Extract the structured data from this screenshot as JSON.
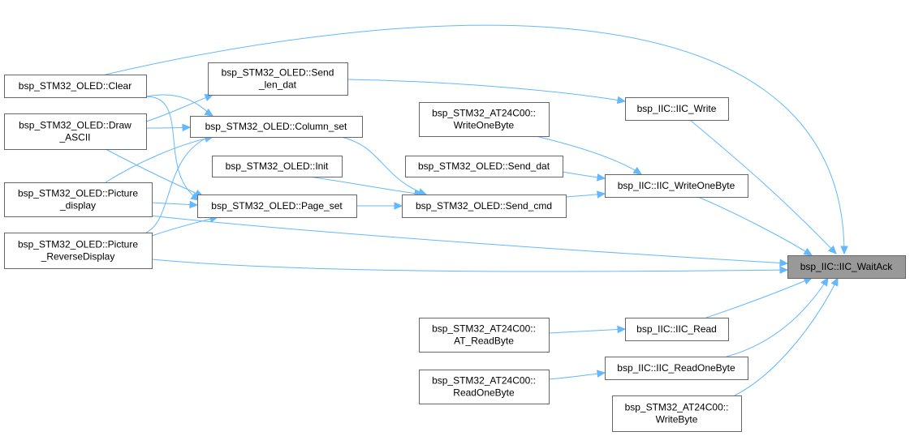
{
  "graph": {
    "title": "",
    "colors": {
      "edge": "#63b8ff",
      "node_border": "#666666",
      "node_fill": "#ffffff",
      "focus_fill": "#999999"
    },
    "nodes": [
      {
        "id": "wait_ack",
        "lines": [
          "bsp_IIC::IIC_WaitAck"
        ],
        "focus": true
      },
      {
        "id": "oled_clear",
        "lines": [
          "bsp_STM32_OLED::Clear"
        ]
      },
      {
        "id": "oled_send_len_dat",
        "lines": [
          "bsp_STM32_OLED::Send",
          "_len_dat"
        ]
      },
      {
        "id": "oled_draw_ascii",
        "lines": [
          "bsp_STM32_OLED::Draw",
          "_ASCII"
        ]
      },
      {
        "id": "oled_column_set",
        "lines": [
          "bsp_STM32_OLED::Column_set"
        ]
      },
      {
        "id": "oled_init",
        "lines": [
          "bsp_STM32_OLED::Init"
        ]
      },
      {
        "id": "oled_picture_display",
        "lines": [
          "bsp_STM32_OLED::Picture",
          "_display"
        ]
      },
      {
        "id": "oled_page_set",
        "lines": [
          "bsp_STM32_OLED::Page_set"
        ]
      },
      {
        "id": "oled_send_cmd",
        "lines": [
          "bsp_STM32_OLED::Send_cmd"
        ]
      },
      {
        "id": "oled_picture_reverse",
        "lines": [
          "bsp_STM32_OLED::Picture",
          "_ReverseDisplay"
        ]
      },
      {
        "id": "at24_write_one_byte",
        "lines": [
          "bsp_STM32_AT24C00::",
          "WriteOneByte"
        ]
      },
      {
        "id": "oled_send_dat",
        "lines": [
          "bsp_STM32_OLED::Send_dat"
        ]
      },
      {
        "id": "iic_write",
        "lines": [
          "bsp_IIC::IIC_Write"
        ]
      },
      {
        "id": "iic_write_one_byte",
        "lines": [
          "bsp_IIC::IIC_WriteOneByte"
        ]
      },
      {
        "id": "at24_at_read_byte",
        "lines": [
          "bsp_STM32_AT24C00::",
          "AT_ReadByte"
        ]
      },
      {
        "id": "iic_read",
        "lines": [
          "bsp_IIC::IIC_Read"
        ]
      },
      {
        "id": "at24_read_one_byte",
        "lines": [
          "bsp_STM32_AT24C00::",
          "ReadOneByte"
        ]
      },
      {
        "id": "iic_read_one_byte",
        "lines": [
          "bsp_IIC::IIC_ReadOneByte"
        ]
      },
      {
        "id": "at24_write_byte",
        "lines": [
          "bsp_STM32_AT24C00::",
          "WriteByte"
        ]
      }
    ],
    "edges": [
      {
        "from": "oled_clear",
        "to": "wait_ack"
      },
      {
        "from": "oled_clear",
        "to": "oled_column_set"
      },
      {
        "from": "oled_clear",
        "to": "oled_page_set"
      },
      {
        "from": "oled_draw_ascii",
        "to": "oled_send_len_dat"
      },
      {
        "from": "oled_draw_ascii",
        "to": "oled_column_set"
      },
      {
        "from": "oled_draw_ascii",
        "to": "oled_page_set"
      },
      {
        "from": "oled_picture_display",
        "to": "oled_column_set"
      },
      {
        "from": "oled_picture_display",
        "to": "oled_page_set"
      },
      {
        "from": "oled_picture_display",
        "to": "wait_ack"
      },
      {
        "from": "oled_picture_reverse",
        "to": "oled_column_set"
      },
      {
        "from": "oled_picture_reverse",
        "to": "oled_page_set"
      },
      {
        "from": "oled_picture_reverse",
        "to": "wait_ack"
      },
      {
        "from": "oled_send_len_dat",
        "to": "iic_write"
      },
      {
        "from": "oled_column_set",
        "to": "oled_send_cmd"
      },
      {
        "from": "oled_init",
        "to": "oled_send_cmd"
      },
      {
        "from": "oled_page_set",
        "to": "oled_send_cmd"
      },
      {
        "from": "oled_send_cmd",
        "to": "iic_write_one_byte"
      },
      {
        "from": "oled_send_dat",
        "to": "iic_write_one_byte"
      },
      {
        "from": "at24_write_one_byte",
        "to": "iic_write_one_byte"
      },
      {
        "from": "iic_write",
        "to": "wait_ack"
      },
      {
        "from": "iic_write_one_byte",
        "to": "wait_ack"
      },
      {
        "from": "at24_at_read_byte",
        "to": "iic_read"
      },
      {
        "from": "at24_read_one_byte",
        "to": "iic_read_one_byte"
      },
      {
        "from": "iic_read",
        "to": "wait_ack"
      },
      {
        "from": "iic_read_one_byte",
        "to": "wait_ack"
      },
      {
        "from": "at24_write_byte",
        "to": "wait_ack"
      }
    ]
  }
}
